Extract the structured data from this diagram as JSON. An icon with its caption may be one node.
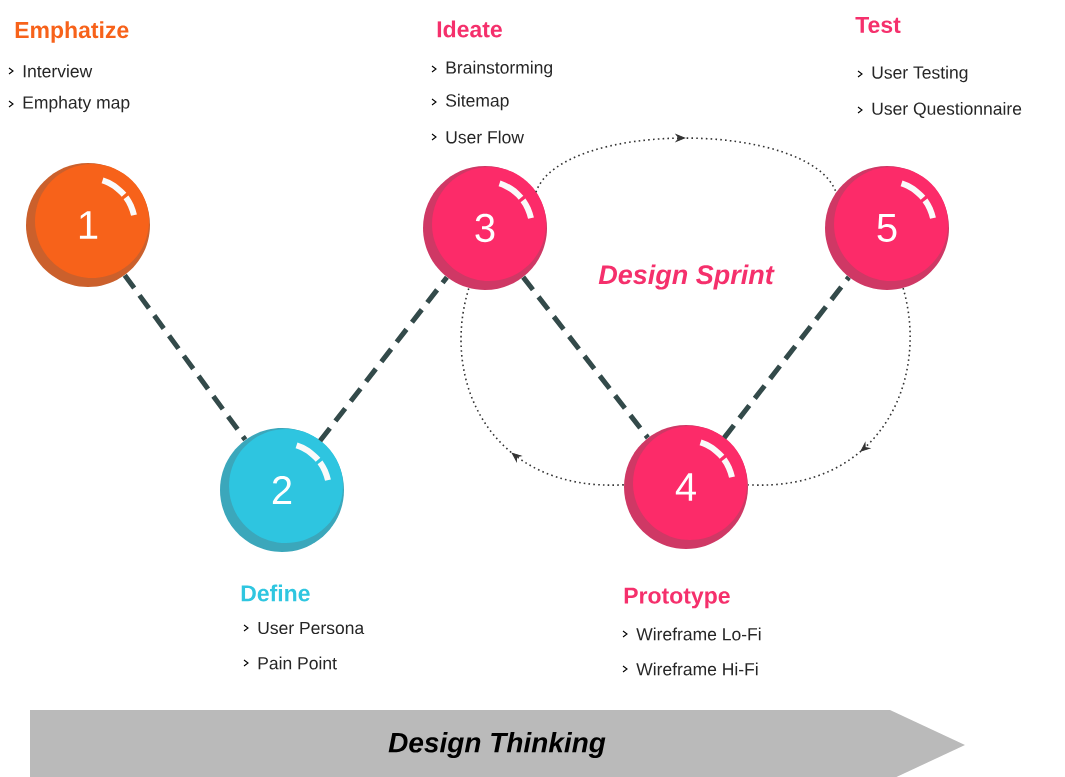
{
  "diagram": {
    "nodes": [
      {
        "text": [
          "1"
        ],
        "beside": [
          "Emphatize",
          "Interview",
          "Emphaty map"
        ]
      },
      {
        "text": [
          "2"
        ],
        "beside": [
          "Define",
          "User Persona",
          "Pain Point"
        ]
      },
      {
        "text": [
          "3"
        ],
        "beside": [
          "Ideate",
          "Brainstorming",
          "Sitemap",
          "User Flow"
        ]
      },
      {
        "text": [
          "4"
        ],
        "beside": [
          "Prototype",
          "Wireframe Lo-Fi",
          "Wireframe Hi-Fi"
        ]
      },
      {
        "text": [
          "5"
        ],
        "beside": [
          "Test",
          "User Testing",
          "User Questionnaire"
        ]
      },
      {
        "text": [
          "Design Thinking"
        ]
      }
    ],
    "edges": [
      {
        "from": 0,
        "to": 1,
        "arrow": "none",
        "style": "dashed"
      },
      {
        "from": 1,
        "to": 2,
        "arrow": "none",
        "style": "dashed"
      },
      {
        "from": 2,
        "to": 3,
        "arrow": "none",
        "style": "dashed"
      },
      {
        "from": 3,
        "to": 4,
        "arrow": "none",
        "style": "dashed"
      },
      {
        "from": 2,
        "to": 4,
        "arrow": "to",
        "style": "dashed",
        "color": "#333333"
      },
      {
        "from": 4,
        "to": 3,
        "arrow": "to",
        "style": "dashed",
        "color": "#333333"
      },
      {
        "from": 3,
        "to": 2,
        "arrow": "to",
        "style": "dashed",
        "color": "#333333"
      }
    ],
    "labels": [
      "Design Sprint"
    ]
  }
}
